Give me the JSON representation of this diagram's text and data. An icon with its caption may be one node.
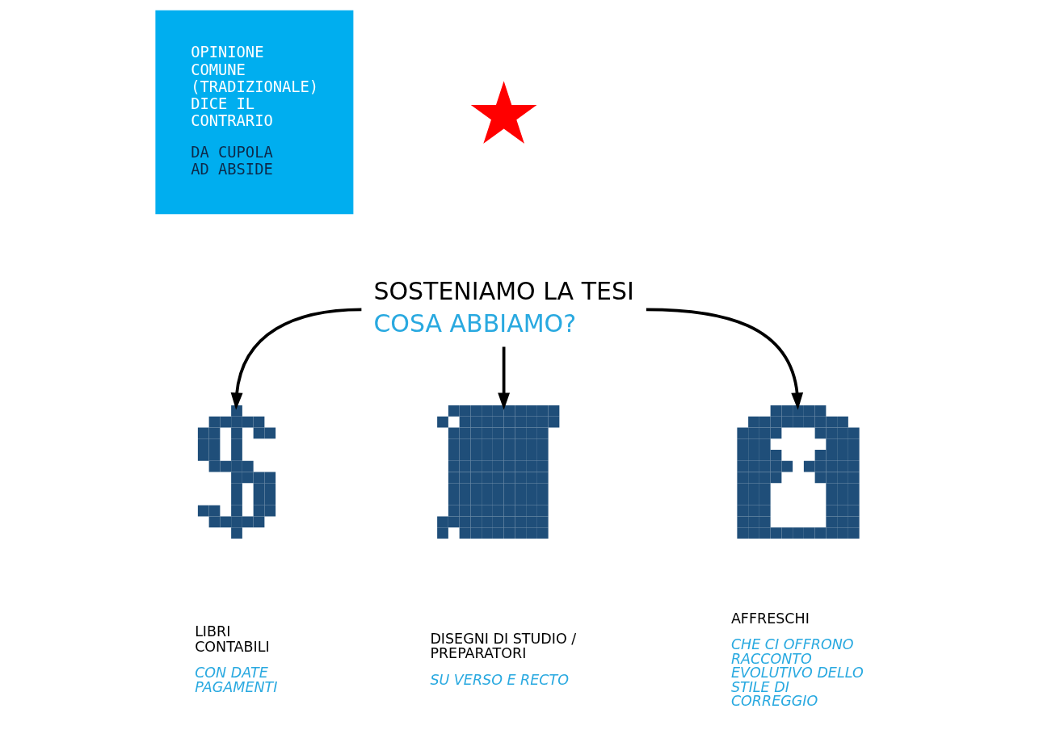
{
  "diagram": {
    "nodes": [
      {
        "text": [
          "OPINIONE COMUNE (TRADIZIONALE) DICE IL CONTRARIO",
          "DA CUPOLA AD ABSIDE"
        ]
      },
      {
        "text": [],
        "shape": "star"
      },
      {
        "text": [
          "SOSTENIAMO LA TESI",
          "COSA ABBIAMO?"
        ]
      },
      {
        "text": [],
        "shape": "picture",
        "beside": [
          "LIBRI CONTABILI",
          "CON DATE PAGAMENTI"
        ]
      },
      {
        "text": [],
        "shape": "picture",
        "beside": [
          "DISEGNI DI STUDIO / PREPARATORI",
          "SU VERSO E RECTO"
        ]
      },
      {
        "text": [],
        "shape": "picture",
        "beside": [
          "AFFRESCHI",
          "CHE CI OFFRONO RACCONTO EVOLUTIVO DELLO STILE DI CORREGGIO"
        ]
      }
    ],
    "edges": [
      {
        "from": 2,
        "to": 3,
        "arrow": "to"
      },
      {
        "from": 2,
        "to": 4,
        "arrow": "to"
      },
      {
        "from": 2,
        "to": 5,
        "arrow": "to"
      }
    ]
  }
}
